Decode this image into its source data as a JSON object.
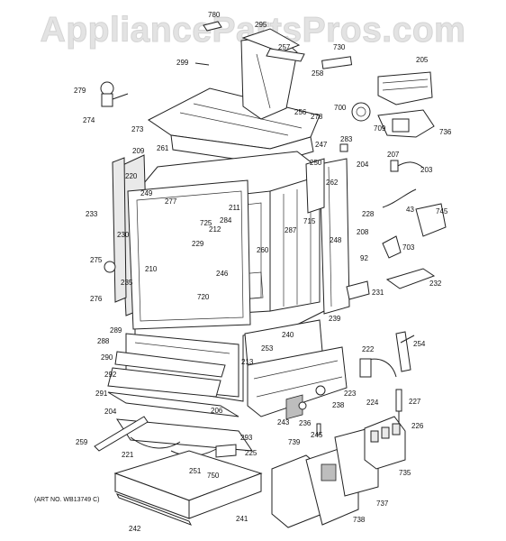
{
  "watermark": "AppliancePartsPros.com",
  "art_number": "(ART NO. WB13749 C)",
  "callouts": [
    "780",
    "295",
    "257",
    "730",
    "205",
    "299",
    "258",
    "700",
    "279",
    "274",
    "256",
    "278",
    "273",
    "709",
    "736",
    "283",
    "247",
    "204",
    "207",
    "203",
    "261",
    "209",
    "220",
    "250",
    "262",
    "277",
    "228",
    "249",
    "211",
    "725",
    "284",
    "233",
    "212",
    "715",
    "745",
    "43",
    "230",
    "229",
    "287",
    "260",
    "208",
    "275",
    "248",
    "703",
    "235",
    "210",
    "246",
    "92",
    "232",
    "276",
    "720",
    "231",
    "239",
    "289",
    "240",
    "288",
    "253",
    "222",
    "254",
    "290",
    "213",
    "292",
    "223",
    "224",
    "291",
    "238",
    "227",
    "204",
    "206",
    "243",
    "236",
    "226",
    "245",
    "259",
    "293",
    "225",
    "739",
    "221",
    "735",
    "251",
    "750",
    "737",
    "738",
    "242",
    "241"
  ]
}
